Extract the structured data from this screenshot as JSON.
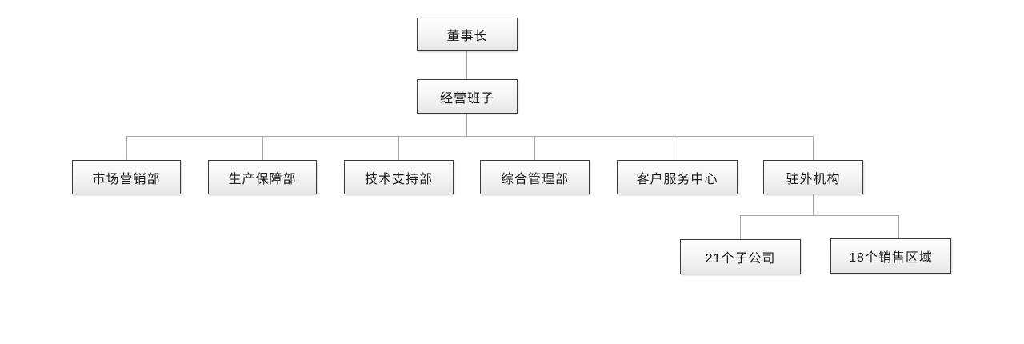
{
  "diagram": {
    "type": "org-chart",
    "colors": {
      "box_border": "#3a3a3a",
      "box_fill_top": "#fefefe",
      "box_fill_bottom": "#e7e7e7",
      "connector": "#a6a6a6",
      "text": "#1a1a1a"
    },
    "chairman": {
      "label": "董事长"
    },
    "management": {
      "label": "经营班子"
    },
    "departments": [
      {
        "label": "市场营销部"
      },
      {
        "label": "生产保障部"
      },
      {
        "label": "技术支持部"
      },
      {
        "label": "综合管理部"
      },
      {
        "label": "客户服务中心"
      },
      {
        "label": "驻外机构"
      }
    ],
    "field_office_children": [
      {
        "label": "21个子公司"
      },
      {
        "label": "18个销售区域"
      }
    ],
    "hierarchy_note": "董事长 > 经营班子 > [市场营销部, 生产保障部, 技术支持部, 综合管理部, 客户服务中心, 驻外机构]; 驻外机构 > [21个子公司, 18个销售区域]"
  }
}
